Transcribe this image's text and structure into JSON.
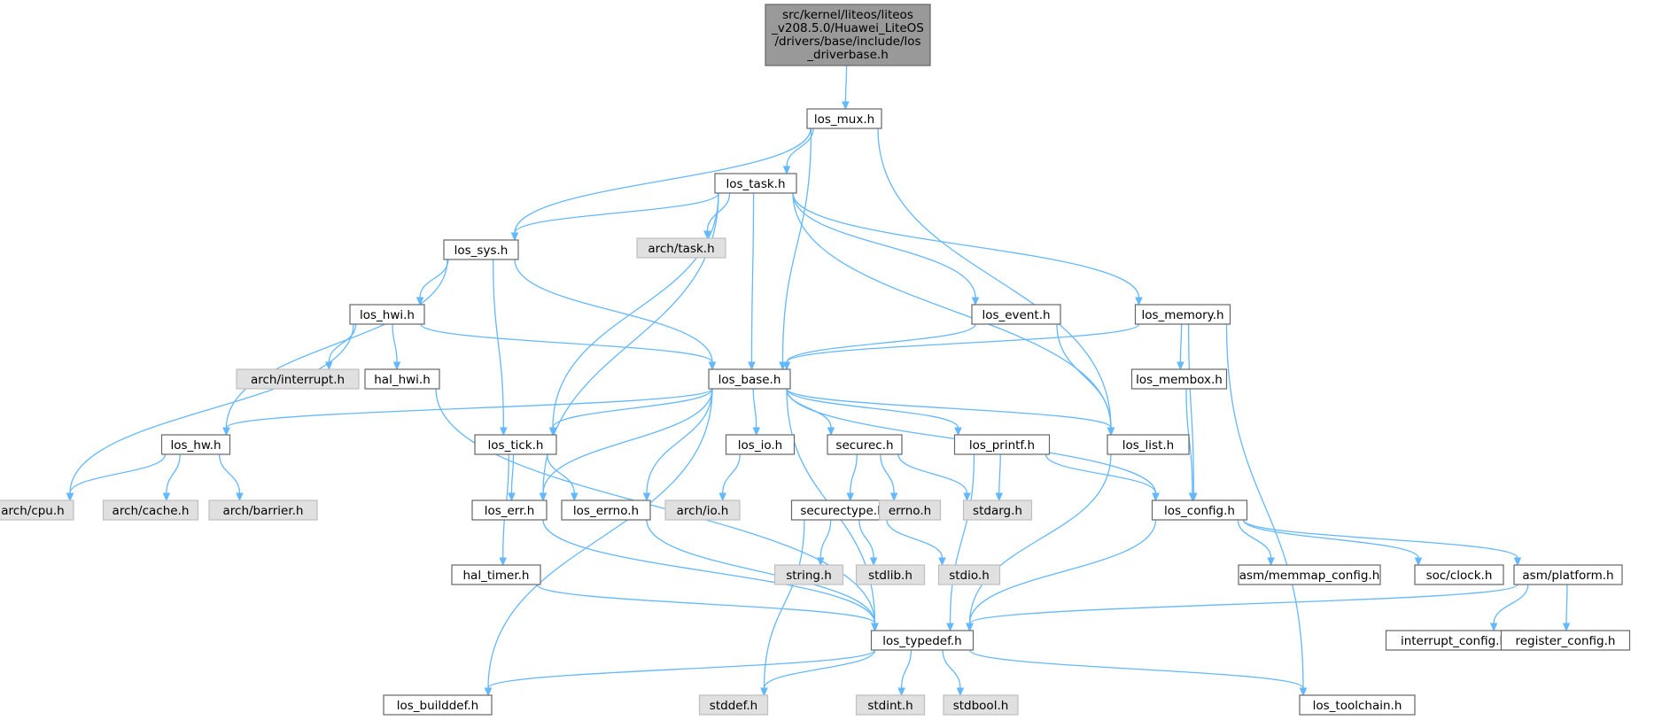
{
  "root": {
    "label_lines": [
      "src/kernel/liteos/liteos",
      "_v208.5.0/Huawei_LiteOS",
      "/drivers/base/include/los",
      "_driverbase.h"
    ]
  },
  "nodes": {
    "los_mux": "los_mux.h",
    "los_task": "los_task.h",
    "los_sys": "los_sys.h",
    "arch_task": "arch/task.h",
    "los_hwi": "los_hwi.h",
    "los_event": "los_event.h",
    "los_memory": "los_memory.h",
    "arch_interrupt": "arch/interrupt.h",
    "hal_hwi": "hal_hwi.h",
    "los_base": "los_base.h",
    "los_membox": "los_membox.h",
    "los_hw": "los_hw.h",
    "los_tick": "los_tick.h",
    "los_io": "los_io.h",
    "securec": "securec.h",
    "los_printf": "los_printf.h",
    "los_list": "los_list.h",
    "arch_cpu": "arch/cpu.h",
    "arch_cache": "arch/cache.h",
    "arch_barrier": "arch/barrier.h",
    "los_err": "los_err.h",
    "los_errno": "los_errno.h",
    "arch_io": "arch/io.h",
    "securectype": "securectype.h",
    "errno": "errno.h",
    "stdarg": "stdarg.h",
    "los_config": "los_config.h",
    "string": "string.h",
    "stdlib": "stdlib.h",
    "stdio": "stdio.h",
    "hal_timer": "hal_timer.h",
    "asm_memmap_config": "asm/memmap_config.h",
    "soc_clock": "soc/clock.h",
    "asm_platform": "asm/platform.h",
    "los_typedef": "los_typedef.h",
    "interrupt_config": "interrupt_config.h",
    "register_config": "register_config.h",
    "los_builddef": "los_builddef.h",
    "stddef": "stddef.h",
    "stdint": "stdint.h",
    "stdbool": "stdbool.h",
    "los_toolchain": "los_toolchain.h"
  },
  "system_headers": [
    "arch_task",
    "arch_interrupt",
    "arch_cpu",
    "arch_cache",
    "arch_barrier",
    "arch_io",
    "errno",
    "stdarg",
    "string",
    "stdlib",
    "stdio",
    "stddef",
    "stdint",
    "stdbool"
  ],
  "edges": [
    [
      "root",
      "los_mux"
    ],
    [
      "los_mux",
      "los_task"
    ],
    [
      "los_mux",
      "los_sys"
    ],
    [
      "los_mux",
      "los_base"
    ],
    [
      "los_mux",
      "los_list"
    ],
    [
      "los_task",
      "los_sys"
    ],
    [
      "los_task",
      "arch_task"
    ],
    [
      "los_task",
      "los_base"
    ],
    [
      "los_task",
      "los_tick"
    ],
    [
      "los_task",
      "los_err"
    ],
    [
      "los_task",
      "los_event"
    ],
    [
      "los_task",
      "los_memory"
    ],
    [
      "los_task",
      "los_list"
    ],
    [
      "los_sys",
      "los_hwi"
    ],
    [
      "los_sys",
      "los_base"
    ],
    [
      "los_sys",
      "los_tick"
    ],
    [
      "los_sys",
      "los_hw"
    ],
    [
      "los_hwi",
      "arch_interrupt"
    ],
    [
      "los_hwi",
      "hal_hwi"
    ],
    [
      "los_hwi",
      "los_base"
    ],
    [
      "los_hwi",
      "arch_cpu"
    ],
    [
      "hal_hwi",
      "los_typedef"
    ],
    [
      "los_event",
      "los_base"
    ],
    [
      "los_event",
      "los_list"
    ],
    [
      "los_memory",
      "los_base"
    ],
    [
      "los_memory",
      "los_membox"
    ],
    [
      "los_memory",
      "los_config"
    ],
    [
      "los_memory",
      "los_toolchain"
    ],
    [
      "los_membox",
      "los_config"
    ],
    [
      "los_base",
      "los_hw"
    ],
    [
      "los_base",
      "los_tick"
    ],
    [
      "los_base",
      "los_io"
    ],
    [
      "los_base",
      "securec"
    ],
    [
      "los_base",
      "los_printf"
    ],
    [
      "los_base",
      "los_list"
    ],
    [
      "los_base",
      "los_config"
    ],
    [
      "los_base",
      "los_err"
    ],
    [
      "los_base",
      "los_errno"
    ],
    [
      "los_base",
      "los_typedef"
    ],
    [
      "los_base",
      "los_builddef"
    ],
    [
      "los_hw",
      "arch_cpu"
    ],
    [
      "los_hw",
      "arch_cache"
    ],
    [
      "los_hw",
      "arch_barrier"
    ],
    [
      "los_tick",
      "los_err"
    ],
    [
      "los_tick",
      "los_errno"
    ],
    [
      "los_tick",
      "hal_timer"
    ],
    [
      "los_io",
      "arch_io"
    ],
    [
      "securec",
      "securectype"
    ],
    [
      "securec",
      "errno"
    ],
    [
      "securec",
      "stdarg"
    ],
    [
      "securectype",
      "string"
    ],
    [
      "securectype",
      "stdlib"
    ],
    [
      "securectype",
      "stdio"
    ],
    [
      "securectype",
      "stddef"
    ],
    [
      "los_printf",
      "stdarg"
    ],
    [
      "los_printf",
      "los_config"
    ],
    [
      "los_printf",
      "los_typedef"
    ],
    [
      "los_list",
      "los_typedef"
    ],
    [
      "los_config",
      "asm_memmap_config"
    ],
    [
      "los_config",
      "soc_clock"
    ],
    [
      "los_config",
      "asm_platform"
    ],
    [
      "los_config",
      "los_typedef"
    ],
    [
      "asm_platform",
      "interrupt_config"
    ],
    [
      "asm_platform",
      "register_config"
    ],
    [
      "asm_platform",
      "los_typedef"
    ],
    [
      "los_err",
      "los_typedef"
    ],
    [
      "los_errno",
      "los_typedef"
    ],
    [
      "hal_timer",
      "los_typedef"
    ],
    [
      "los_typedef",
      "los_builddef"
    ],
    [
      "los_typedef",
      "stddef"
    ],
    [
      "los_typedef",
      "stdint"
    ],
    [
      "los_typedef",
      "stdbool"
    ],
    [
      "los_typedef",
      "los_toolchain"
    ]
  ]
}
